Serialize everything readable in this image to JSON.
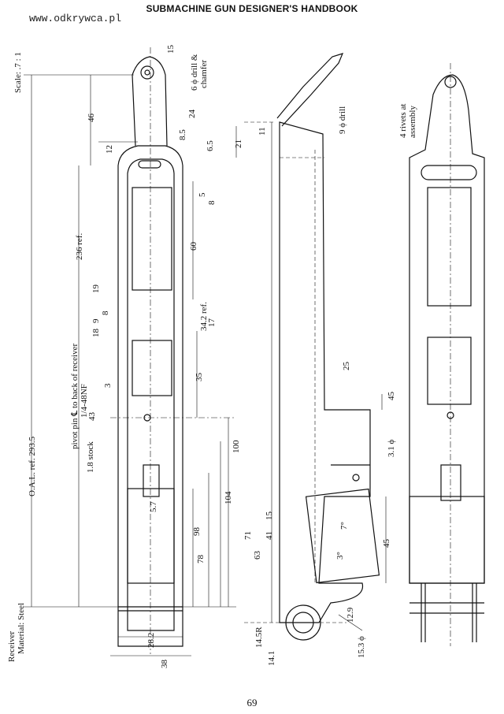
{
  "header": {
    "title": "SUBMACHINE GUN DESIGNER'S HANDBOOK"
  },
  "watermark": {
    "text": "www.odkrywca.pl"
  },
  "page_number": "69",
  "notes": {
    "scale": "Scale: .7 : 1",
    "part": "Receiver",
    "material": "Material: Steel",
    "drill_6": "6 ϕ drill &",
    "chamfer": "chamfer",
    "drill_9": "9 ϕ drill",
    "rivets_1": "4 rivets at",
    "rivets_2": "assembly",
    "pivot": "pivot pin ℄ to back of receiver",
    "thread": "1/4-48NF",
    "oal": "O.A.L. ref. 293.5",
    "ref236": "236 ref.",
    "ref342": "34.2 ref.",
    "stock": "1.8 stock"
  },
  "dims": {
    "d15": "15",
    "d46": "46",
    "d12": "12",
    "d85": "8.5",
    "d24": "24",
    "d65": "6.5",
    "d5": "5",
    "d8a": "8",
    "d60": "60",
    "d19": "19",
    "d9": "9",
    "d8b": "8",
    "d18": "18",
    "d17": "17",
    "d3": "3",
    "d35": "35",
    "d43": "43",
    "d100": "100",
    "d104": "104",
    "d98": "98",
    "d78": "78",
    "d71": "71",
    "d41": "41",
    "d15b": "15",
    "d63": "63",
    "d282": "28.2",
    "d38": "38",
    "d145r": "14.5R",
    "d141": "14.1",
    "d153": "15.3 ϕ",
    "d129": "12.9",
    "d31": "3.1 ϕ",
    "d45a": "45",
    "d45b": "45",
    "d25": "25",
    "d21": "21",
    "d11": "11",
    "d7deg": "7°",
    "d3deg": "3°",
    "d57": "5.7"
  }
}
